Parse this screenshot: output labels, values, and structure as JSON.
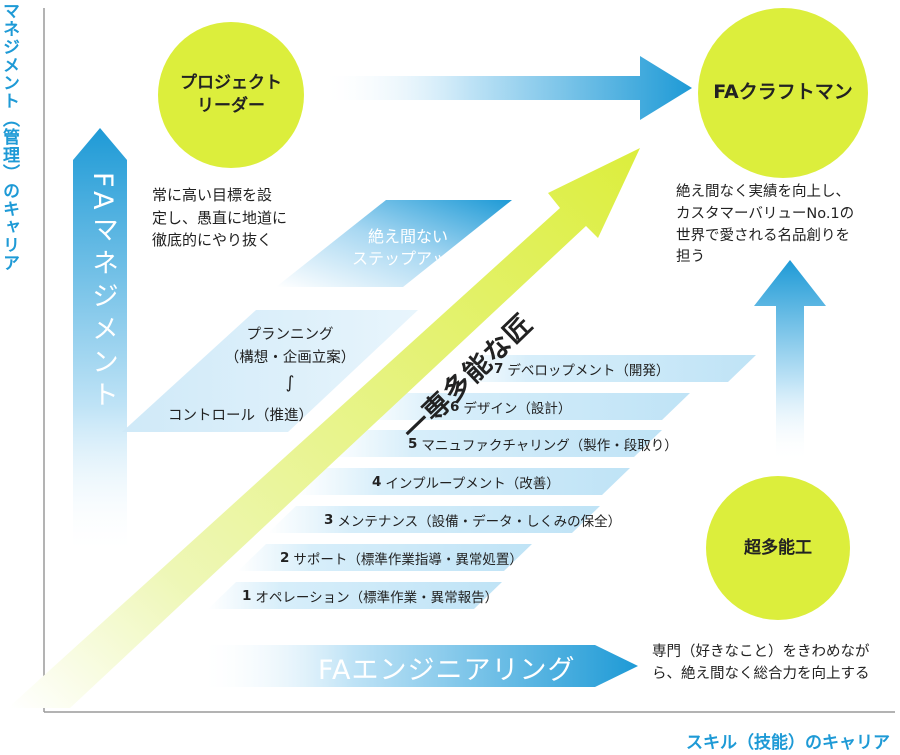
{
  "axes": {
    "y_label": "マネジメント（管理）のキャリア",
    "x_label": "スキル（技能）のキャリア"
  },
  "circles": {
    "project_leader": "プロジェクト\nリーダー",
    "fa_craftsman": "FAクラフトマン",
    "super_multi": "超多能工"
  },
  "descriptions": {
    "project_leader": "常に高い目標を設\n定し、愚直に地道に\n徹底的にやり抜く",
    "fa_craftsman": "絶え間なく実績を向上し、\nカスタマーバリューNo.1の\n世界で愛される名品創りを\n担う",
    "fa_engineering": "専門（好きなこと）をきわめなが\nら、絶え間なく総合力を向上する"
  },
  "arrows": {
    "fa_management": "FAマネジメント",
    "fa_engineering": "FAエンジニアリング",
    "diagonal": "一専多能な匠"
  },
  "step_up": "絶え間ない\nステップアップ",
  "planning": {
    "line1": "プランニング",
    "line2": "（構想・企画立案）",
    "tilde": "∫",
    "line3": "コントロール（推進）"
  },
  "steps": [
    {
      "num": "1",
      "text": "オペレーション（標準作業・異常報告）"
    },
    {
      "num": "2",
      "text": "サポート（標準作業指導・異常処置）"
    },
    {
      "num": "3",
      "text": "メンテナンス（設備・データ・しくみの保全）"
    },
    {
      "num": "4",
      "text": "インプループメント（改善）"
    },
    {
      "num": "5",
      "text": "マニュファクチャリング（製作・段取り）"
    },
    {
      "num": "6",
      "text": "デザイン（設計）"
    },
    {
      "num": "7",
      "text": "デベロップメント（開発）"
    }
  ],
  "colors": {
    "circle": "#dcee3c",
    "accent_blue": "#1e9ad6",
    "diagonal_arrow": "#dcee3c"
  }
}
